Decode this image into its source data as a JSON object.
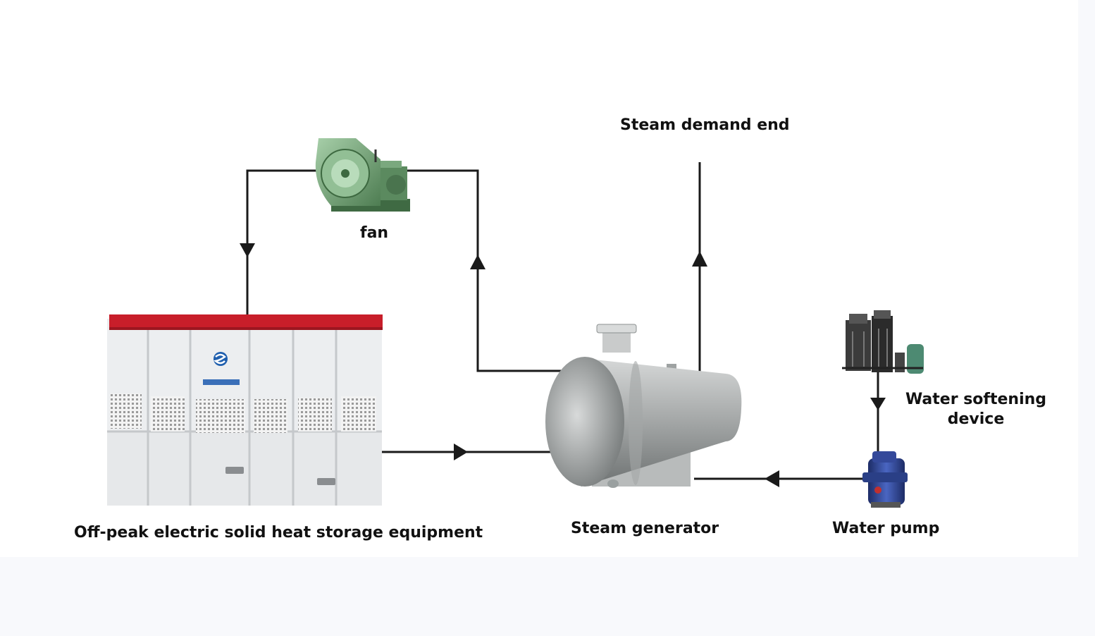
{
  "labels": {
    "fan": "fan",
    "steam_demand_end": "Steam demand end",
    "heat_storage": "Off-peak electric solid heat storage equipment",
    "steam_generator": "Steam generator",
    "water_pump": "Water pump",
    "water_softening_line1": "Water softening",
    "water_softening_line2": "device"
  },
  "colors": {
    "pipe": "#1a1a1a",
    "storage_roof": "#c81e2a",
    "storage_body": "#eef0f2",
    "fan_body": "#6f9a72",
    "tank_body": "#b9bcbc",
    "pump_body": "#2a3f86",
    "logo": "#1f5fae"
  },
  "icons": [
    "fan-icon",
    "heat-storage-icon",
    "steam-generator-icon",
    "water-pump-icon",
    "water-softener-icon",
    "flow-arrow-icon"
  ]
}
